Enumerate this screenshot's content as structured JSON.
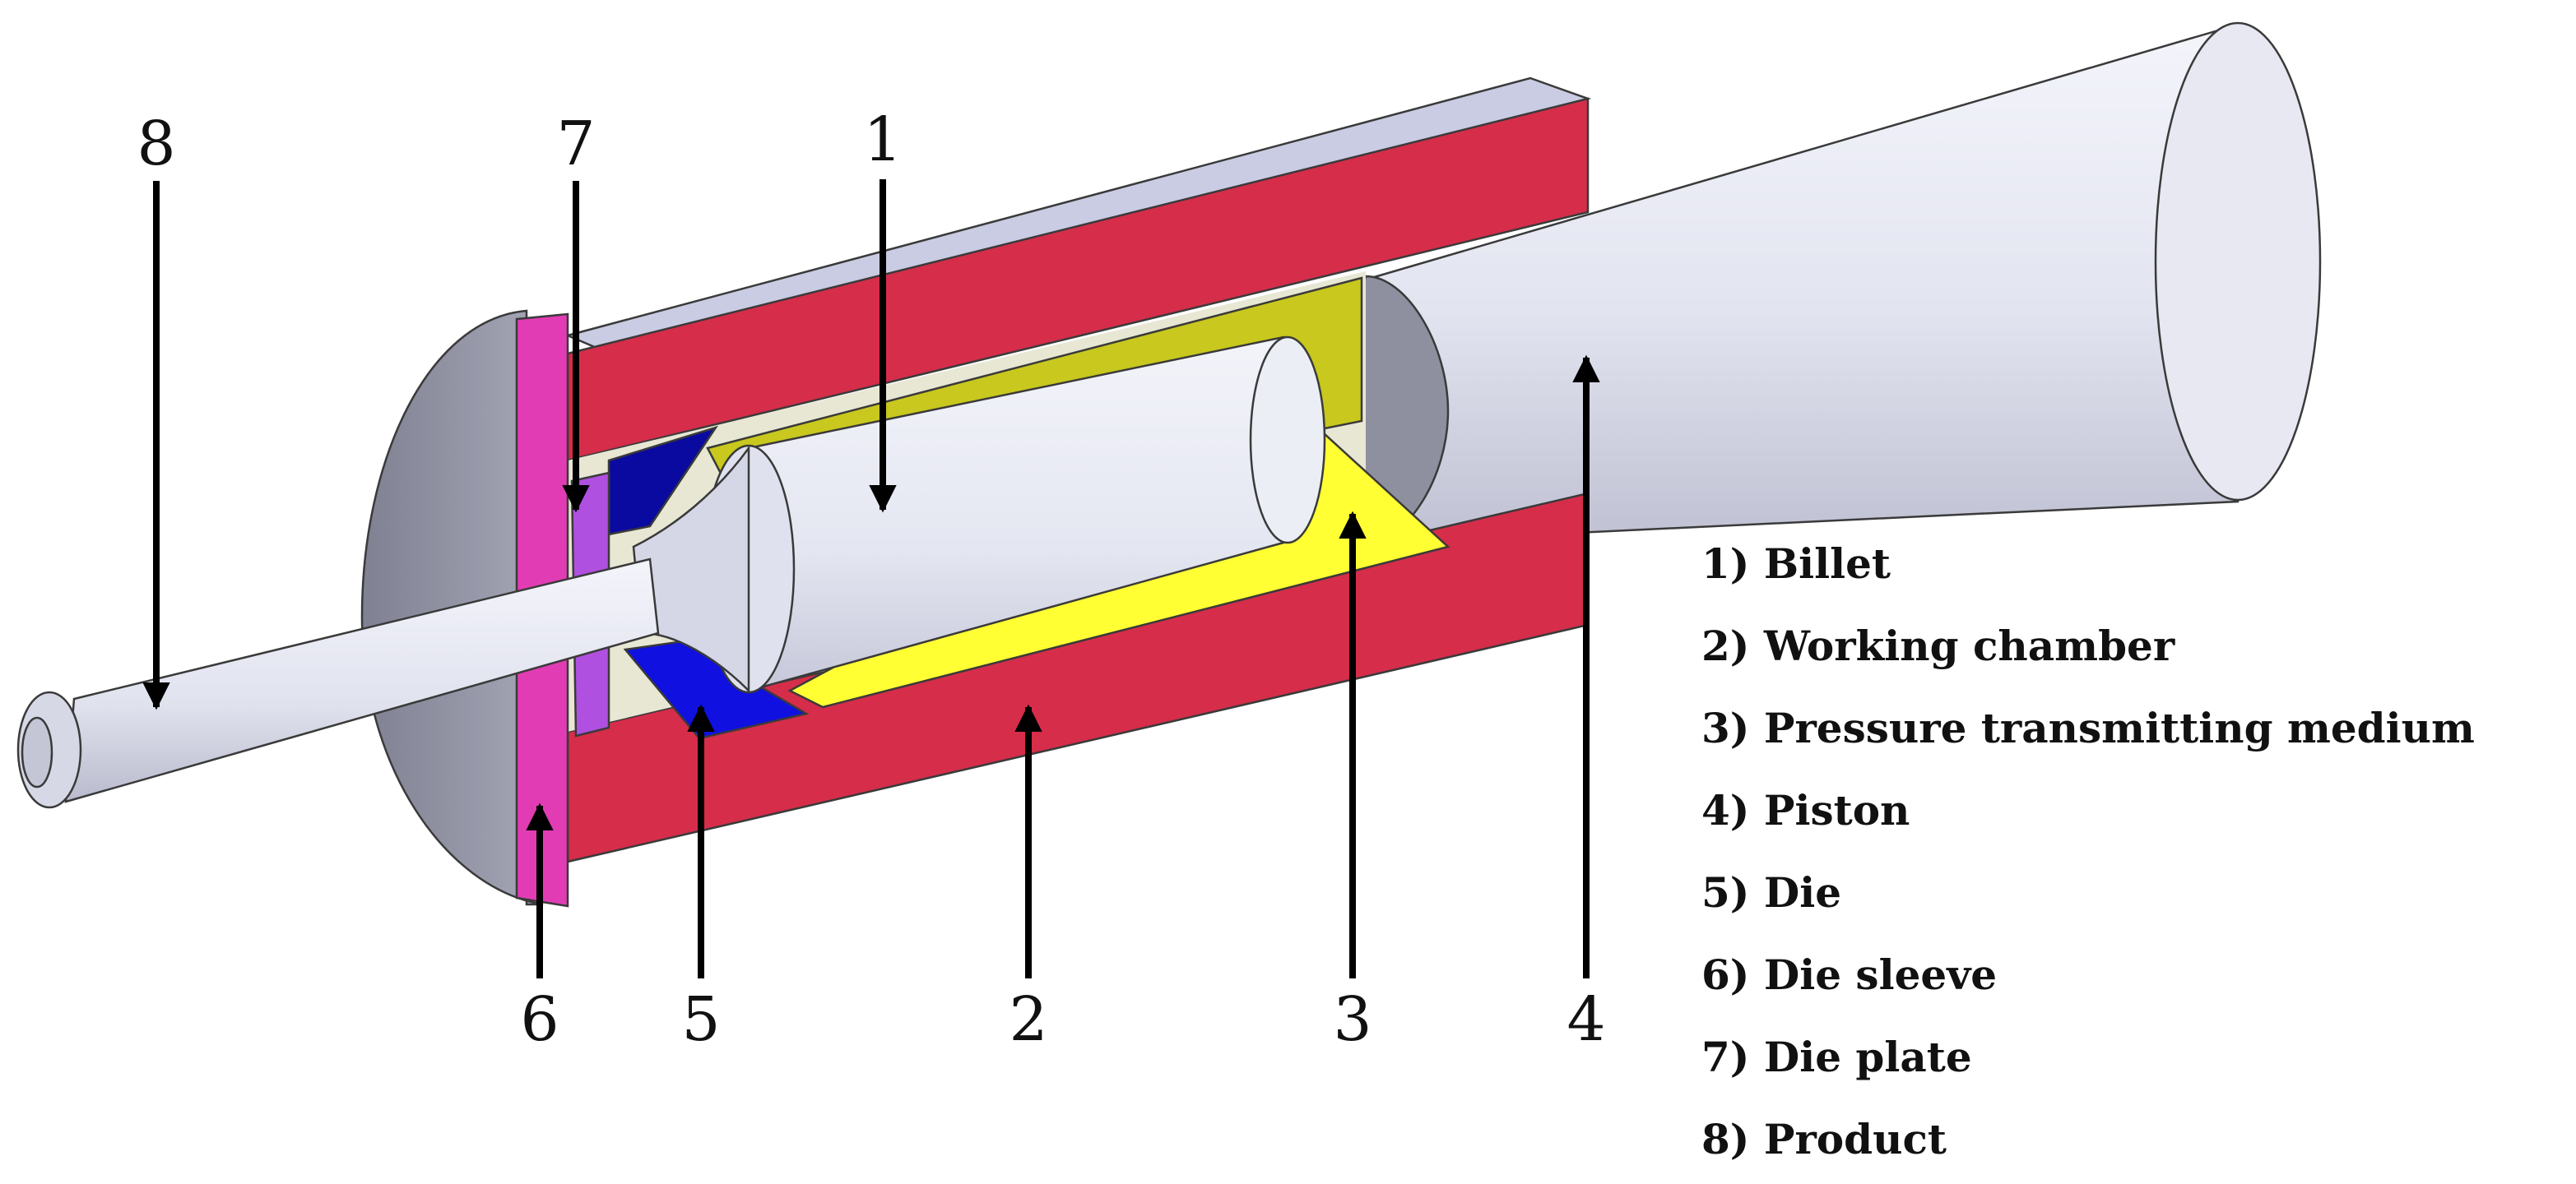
{
  "callouts": [
    {
      "number": "1"
    },
    {
      "number": "2"
    },
    {
      "number": "3"
    },
    {
      "number": "4"
    },
    {
      "number": "5"
    },
    {
      "number": "6"
    },
    {
      "number": "7"
    },
    {
      "number": "8"
    }
  ],
  "legend": [
    "1) Billet",
    "2) Working chamber",
    "3) Pressure transmitting medium",
    "4) Piston",
    "5) Die",
    "6) Die sleeve",
    "7) Die plate",
    "8) Product"
  ],
  "colors": {
    "chamber": "#d62d4a",
    "chamber_top": "#c9cce2",
    "medium": "#ffff33",
    "medium_dark": "#c8c81e",
    "die": "#1010e0",
    "die_dark": "#0a0aa0",
    "die_sleeve": "#e23cb4",
    "die_plate": "#b050e0",
    "metal_light": "#f2f3fa",
    "metal_mid": "#d4d6e6",
    "metal_dark": "#8e90a0",
    "arrow": "#000000"
  }
}
